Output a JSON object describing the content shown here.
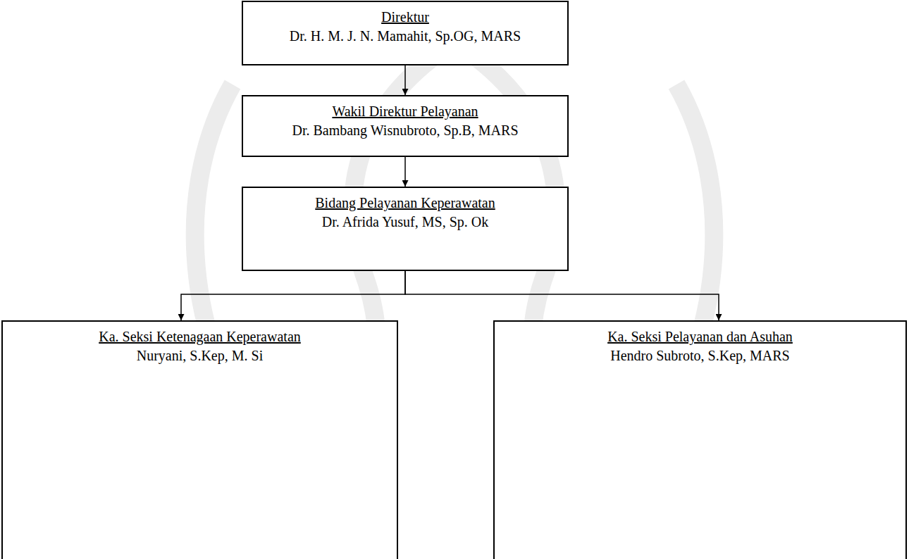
{
  "diagram": {
    "nodes": [
      {
        "text": [
          "Direktur",
          "Dr. H. M. J. N. Mamahit, Sp.OG, MARS"
        ]
      },
      {
        "text": [
          "Wakil Direktur Pelayanan",
          "Dr. Bambang Wisnubroto, Sp.B, MARS"
        ]
      },
      {
        "text": [
          "Bidang Pelayanan Keperawatan",
          "Dr. Afrida Yusuf, MS, Sp. Ok"
        ]
      },
      {
        "text": [
          "Ka. Seksi Ketenagaan Keperawatan",
          "Nuryani, S.Kep, M. Si"
        ]
      },
      {
        "text": [
          "Ka. Seksi Pelayanan dan Asuhan",
          "Hendro Subroto, S.Kep, MARS"
        ]
      }
    ],
    "edges": [
      {
        "from": 0,
        "to": 1,
        "arrow": "to"
      },
      {
        "from": 1,
        "to": 2,
        "arrow": "to"
      },
      {
        "from": 2,
        "to": 3,
        "arrow": "to"
      },
      {
        "from": 2,
        "to": 4,
        "arrow": "to"
      }
    ]
  }
}
